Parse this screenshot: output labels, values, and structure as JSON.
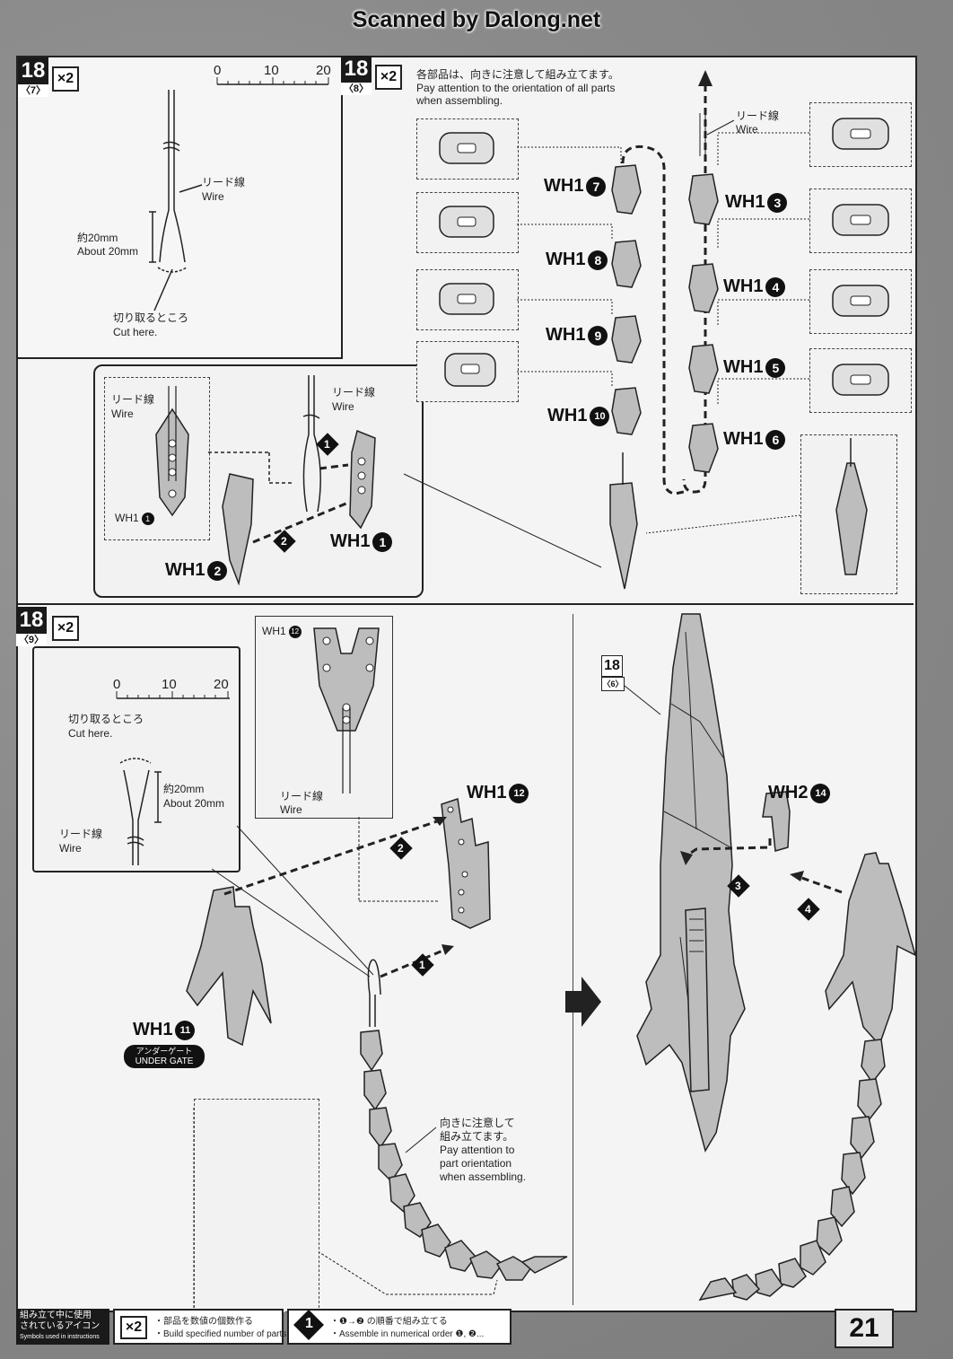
{
  "banner": "Scanned by Dalong.net",
  "step7": {
    "number": "18",
    "sub": "〈7〉",
    "multiplier": "×2",
    "ruler": [
      "0",
      "10",
      "20"
    ],
    "wire_jp": "リード線",
    "wire_en": "Wire",
    "length_jp": "約20mm",
    "length_en": "About 20mm",
    "cut_jp": "切り取るところ",
    "cut_en": "Cut here.",
    "detail_wire_jp": "リード線",
    "detail_wire_en": "Wire",
    "detail_part": "WH1",
    "detail_part_num": "1",
    "wire2_jp": "リード線",
    "wire2_en": "Wire",
    "part_a": "WH1",
    "part_a_num": "1",
    "part_b": "WH1",
    "part_b_num": "2",
    "order1": "1",
    "order2": "2"
  },
  "step8": {
    "number": "18",
    "sub": "〈8〉",
    "multiplier": "×2",
    "note_jp": "各部品は、向きに注意して組み立てます。",
    "note_en1": "Pay attention to the orientation of all parts",
    "note_en2": "when assembling.",
    "wire_jp": "リード線",
    "wire_en": "Wire",
    "left_parts": [
      {
        "label": "WH1",
        "num": "7"
      },
      {
        "label": "WH1",
        "num": "8"
      },
      {
        "label": "WH1",
        "num": "9"
      },
      {
        "label": "WH1",
        "num": "10"
      }
    ],
    "right_parts": [
      {
        "label": "WH1",
        "num": "3"
      },
      {
        "label": "WH1",
        "num": "4"
      },
      {
        "label": "WH1",
        "num": "5"
      },
      {
        "label": "WH1",
        "num": "6"
      }
    ]
  },
  "step9": {
    "number": "18",
    "sub": "〈9〉",
    "multiplier": "×2",
    "ruler": [
      "0",
      "10",
      "20"
    ],
    "cut_jp": "切り取るところ",
    "cut_en": "Cut here.",
    "length_jp": "約20mm",
    "length_en": "About 20mm",
    "wire_jp": "リード線",
    "wire_en": "Wire",
    "detail_part": "WH1",
    "detail_part_num": "12",
    "detail_wire_jp": "リード線",
    "detail_wire_en": "Wire",
    "part_12": "WH1",
    "part_12_num": "12",
    "part_11": "WH1",
    "part_11_num": "11",
    "gate_jp": "アンダーゲート",
    "gate_en": "UNDER GATE",
    "orient_jp1": "向きに注意して",
    "orient_jp2": "組み立てます。",
    "orient_en1": "Pay attention to",
    "orient_en2": "part orientation",
    "orient_en3": "when assembling.",
    "order1": "1",
    "order2": "2"
  },
  "step_final": {
    "ref_number": "18",
    "ref_sub": "〈6〉",
    "part": "WH2",
    "part_num": "14",
    "order3": "3",
    "order4": "4"
  },
  "footer": {
    "icons_jp1": "組み立て中に使用",
    "icons_jp2": "されているアイコン",
    "icons_en": "Symbols used in instructions",
    "x2": "×2",
    "x2_jp": "・部品を数値の個数作る",
    "x2_en": "・Build specified number of parts.",
    "step_icon": "1",
    "order_jp": "・❶→❷ の順番で組み立てる",
    "order_en": "・Assemble in numerical order ❶, ❷..."
  },
  "page_number": "21"
}
